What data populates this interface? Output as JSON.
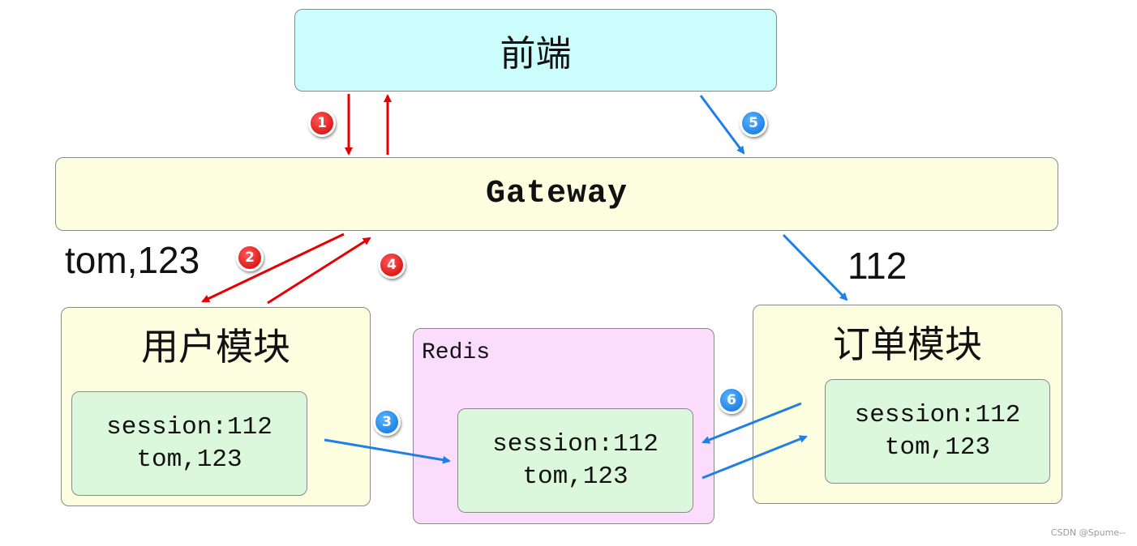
{
  "nodes": {
    "frontend": "前端",
    "gateway": "Gateway",
    "user_module": "用户模块",
    "order_module": "订单模块",
    "redis": "Redis"
  },
  "sessions": {
    "user": {
      "line1": "session:112",
      "line2": "tom,123"
    },
    "redis": {
      "line1": "session:112",
      "line2": "tom,123"
    },
    "order": {
      "line1": "session:112",
      "line2": "tom,123"
    }
  },
  "labels": {
    "credentials": "tom,123",
    "session_id": "112"
  },
  "steps": [
    "1",
    "2",
    "3",
    "4",
    "5",
    "6"
  ],
  "colors": {
    "red_flow": "#e80000",
    "blue_flow": "#1e7fe6"
  },
  "watermark": "CSDN @Spume--"
}
